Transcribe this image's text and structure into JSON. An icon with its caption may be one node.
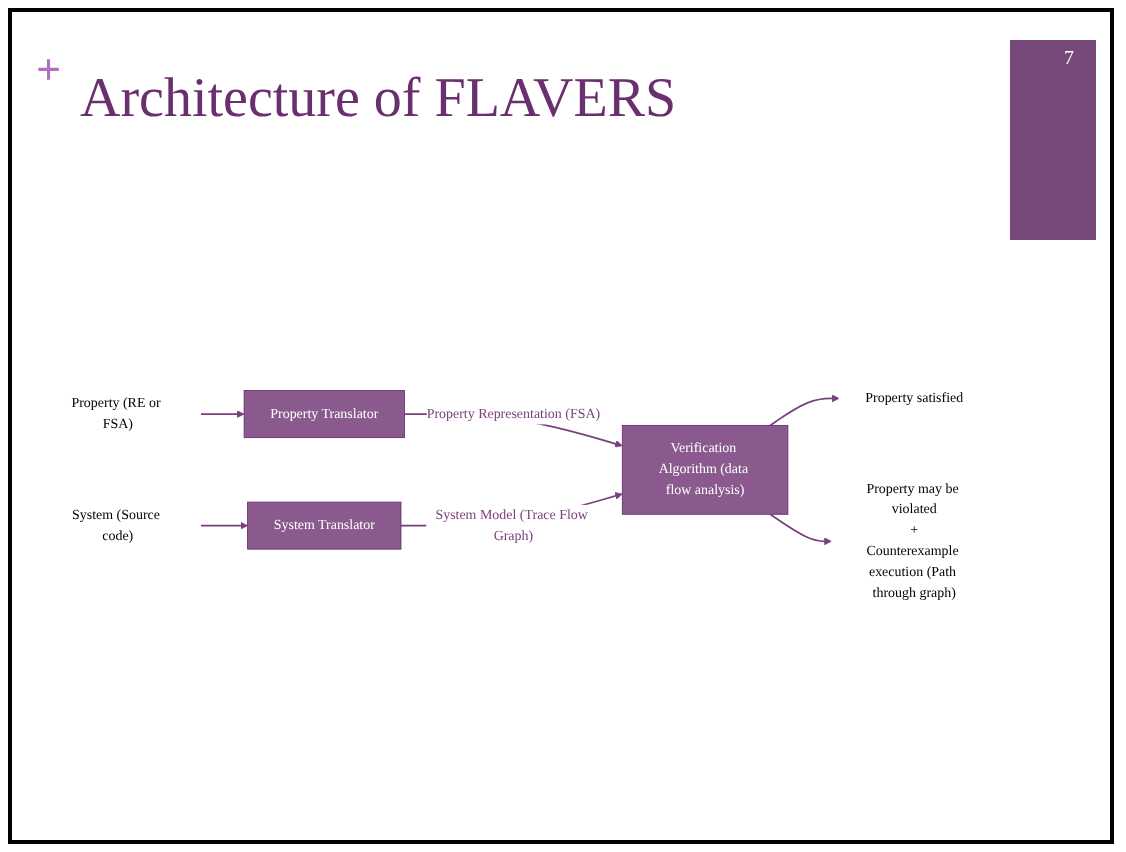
{
  "diagram": {
    "title": "Architecture of FLAVERS",
    "nodes": [
      {
        "text": [
          "Property (RE or FSA)"
        ]
      },
      {
        "text": [
          "Property Translator"
        ]
      },
      {
        "text": [
          "System (Source code)"
        ]
      },
      {
        "text": [
          "System Translator"
        ]
      },
      {
        "text": [
          "Verification Algorithm (data flow analysis)"
        ]
      },
      {
        "text": [
          "Property satisfied"
        ]
      },
      {
        "text": [
          "Property may be violated",
          "+",
          "Counterexample execution (Path through graph)"
        ]
      }
    ],
    "edges": [
      {
        "from": 0,
        "to": 1,
        "arrow": "to"
      },
      {
        "from": 1,
        "to": 4,
        "arrow": "to",
        "label": "Property Representation (FSA)"
      },
      {
        "from": 2,
        "to": 3,
        "arrow": "to"
      },
      {
        "from": 3,
        "to": 4,
        "arrow": "to",
        "label": "System Model (Trace Flow Graph)"
      },
      {
        "from": 4,
        "to": 5,
        "arrow": "to"
      },
      {
        "from": 4,
        "to": 6,
        "arrow": "to"
      }
    ],
    "labels": [
      "+",
      "7"
    ]
  }
}
